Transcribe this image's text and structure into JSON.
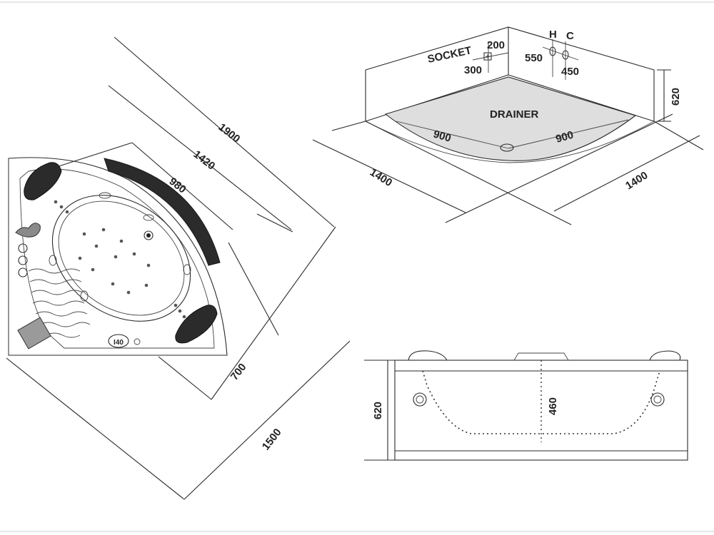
{
  "top_view": {
    "dimensions": [
      "1900",
      "1420",
      "980",
      "700",
      "1500"
    ],
    "badge": "I40"
  },
  "iso_view": {
    "socket": "SOCKET",
    "drainer": "DRAINER",
    "h": "H",
    "c": "C",
    "dims": {
      "d200": "200",
      "d300": "300",
      "d550": "550",
      "d450": "450",
      "d620": "620",
      "d900a": "900",
      "d900b": "900",
      "d1400a": "1400",
      "d1400b": "1400"
    }
  },
  "side_view": {
    "height": "620",
    "inner_depth": "460"
  },
  "colors": {
    "line": "#2a2a2a",
    "armrest": "#2b2b2b",
    "drain_floor": "#dedede"
  }
}
